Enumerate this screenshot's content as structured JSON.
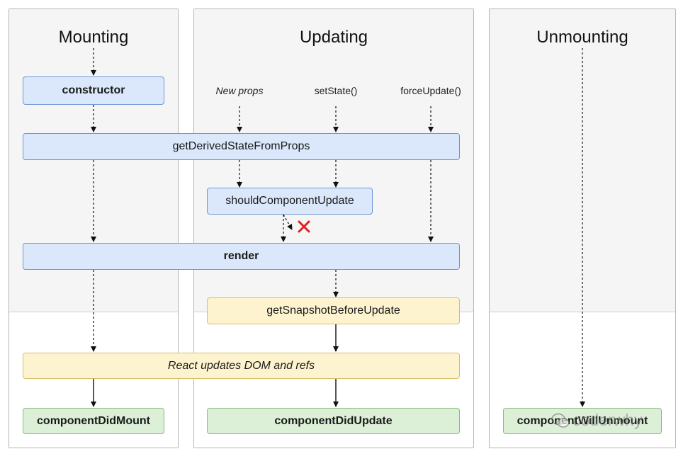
{
  "columns": {
    "mounting": {
      "title": "Mounting"
    },
    "updating": {
      "title": "Updating"
    },
    "unmounting": {
      "title": "Unmounting"
    }
  },
  "triggers": {
    "new_props": "New props",
    "set_state": "setState()",
    "force_update": "forceUpdate()"
  },
  "nodes": {
    "constructor": "constructor",
    "get_derived_state": "getDerivedStateFromProps",
    "should_component_update": "shouldComponentUpdate",
    "render": "render",
    "get_snapshot": "getSnapshotBeforeUpdate",
    "react_updates": "React updates DOM and refs",
    "component_did_mount": "componentDidMount",
    "component_did_update": "componentDidUpdate",
    "component_will_unmount": "componentWillUnmount"
  },
  "watermark": {
    "text": "coderwhy"
  },
  "colors": {
    "blue_fill": "#dbe8fb",
    "yellow_fill": "#fdf4cf",
    "green_fill": "#dcefd7",
    "cancel_x": "#e02020"
  }
}
